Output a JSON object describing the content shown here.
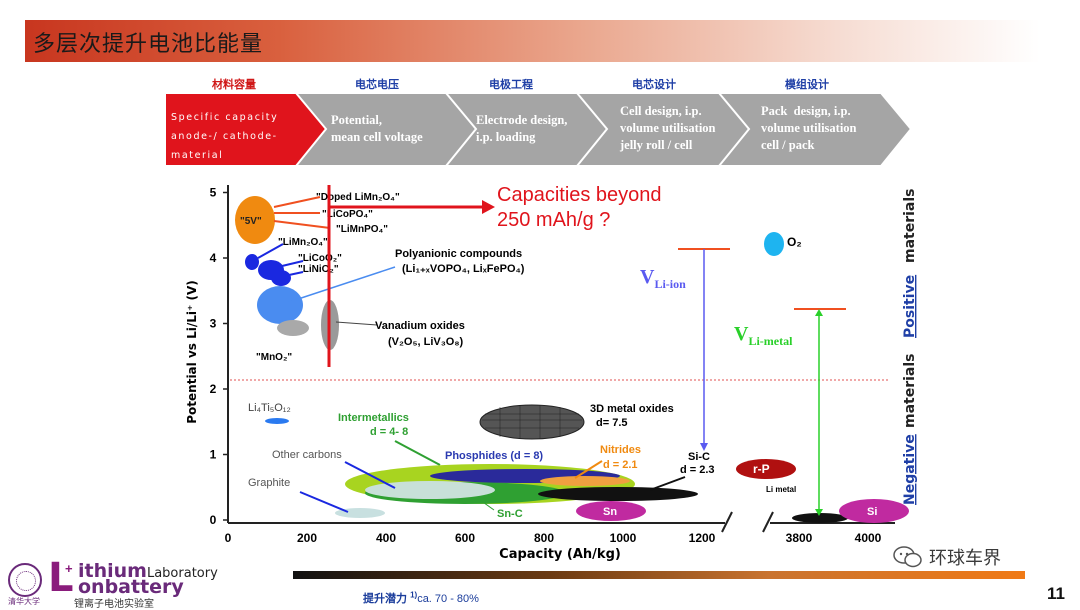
{
  "slide": {
    "title": "多层次提升电池比能量",
    "page_number": "11"
  },
  "process": {
    "categories": [
      {
        "label": "材料容量",
        "color": "#d01818"
      },
      {
        "label": "电芯电压",
        "color": "#1f3fa6"
      },
      {
        "label": "电极工程",
        "color": "#1f3fa6"
      },
      {
        "label": "电芯设计",
        "color": "#1f3fa6"
      },
      {
        "label": "模组设计",
        "color": "#1f3fa6"
      }
    ],
    "steps": [
      {
        "text": "Specific capacity\nanode-/ cathode-\nmaterial",
        "color": "#e0141c"
      },
      {
        "text": "Potential,\nmean cell voltage",
        "color": "#a5a5a5"
      },
      {
        "text": "Electrode design,\ni.p. loading",
        "color": "#a5a5a5"
      },
      {
        "text": "Cell design, i.p.\nvolume utilisation\njelly roll / cell",
        "color": "#a5a5a5"
      },
      {
        "text": "Pack  design, i.p.\nvolume utilisation\ncell / pack",
        "color": "#a5a5a5"
      }
    ]
  },
  "chart_data": {
    "type": "scatter",
    "xlabel": "Capacity (Ah/kg)",
    "ylabel": "Potential vs Li/Li⁺ (V)",
    "x_ticks_left": [
      "0",
      "200",
      "400",
      "600",
      "800",
      "1000",
      "1200"
    ],
    "x_ticks_right": [
      "3800",
      "4000"
    ],
    "y_ticks": [
      "0",
      "1",
      "2",
      "3",
      "4",
      "5"
    ],
    "xlim": [
      0,
      1250
    ],
    "ylim": [
      0,
      5.2
    ],
    "right_labels": {
      "positive_prefix": "materials",
      "positive": "Positive",
      "negative_prefix": "materials",
      "negative": "Negative"
    },
    "callout": {
      "line1": "Capacities beyond",
      "line2": "250 mAh/g ?",
      "color": "#e0141c"
    },
    "highlight_x": 270,
    "divider_y": 2.15,
    "labels": {
      "doped_limn2o4": "\"Doped LiMn₂O₄\"",
      "licopo4": "\"LiCoPO₄\"",
      "limnpo4": "\"LiMnPO₄\"",
      "fivev": "\"5V\"",
      "limn2o4": "\"LiMn₂O₄\"",
      "licoo2": "\"LiCoO₂\"",
      "linio2": "\"LiNiO₂\"",
      "polyanionic": "Polyanionic compounds",
      "polyanionic_formula": "(Li₁₊ₓVOPO₄, LiₓFePO₄)",
      "vanadium": "Vanadium oxides",
      "vanadium_formula": "(V₂O₅, LiV₃O₈)",
      "mno2": "\"MnO₂\"",
      "lto": "Li₄Ti₅O₁₂",
      "intermetallics": "Intermetallics",
      "intermetallics_d": "d = 4- 8",
      "metal_oxides": "3D metal oxides",
      "metal_oxides_d": "d= 7.5",
      "other_carbons": "Other carbons",
      "graphite": "Graphite",
      "phosphides": "Phosphides (d = 8)",
      "nitrides": "Nitrides",
      "nitrides_d": "d = 2.1",
      "sic": "Si-C",
      "sic_d": "d = 2.3",
      "snc": "Sn-C",
      "sn": "Sn",
      "rp": "r-P",
      "li_metal": "Li metal",
      "si": "Si",
      "o2": "O₂",
      "v_li_ion": "V",
      "v_li_ion_sub": "Li-ion",
      "v_li_metal": "V",
      "v_li_metal_sub": "Li-metal"
    }
  },
  "footer": {
    "logo_line1_big": "ithium",
    "logo_line1_small": "Laboratory",
    "logo_line2": "onbattery",
    "logo_cn": "锂离子电池实验室",
    "logo_seal": "清华大学",
    "note_prefix": "提升潜力",
    "note_sup": "1)",
    "note_value": "ca. 70 - 80%",
    "watermark": "环球车界"
  }
}
